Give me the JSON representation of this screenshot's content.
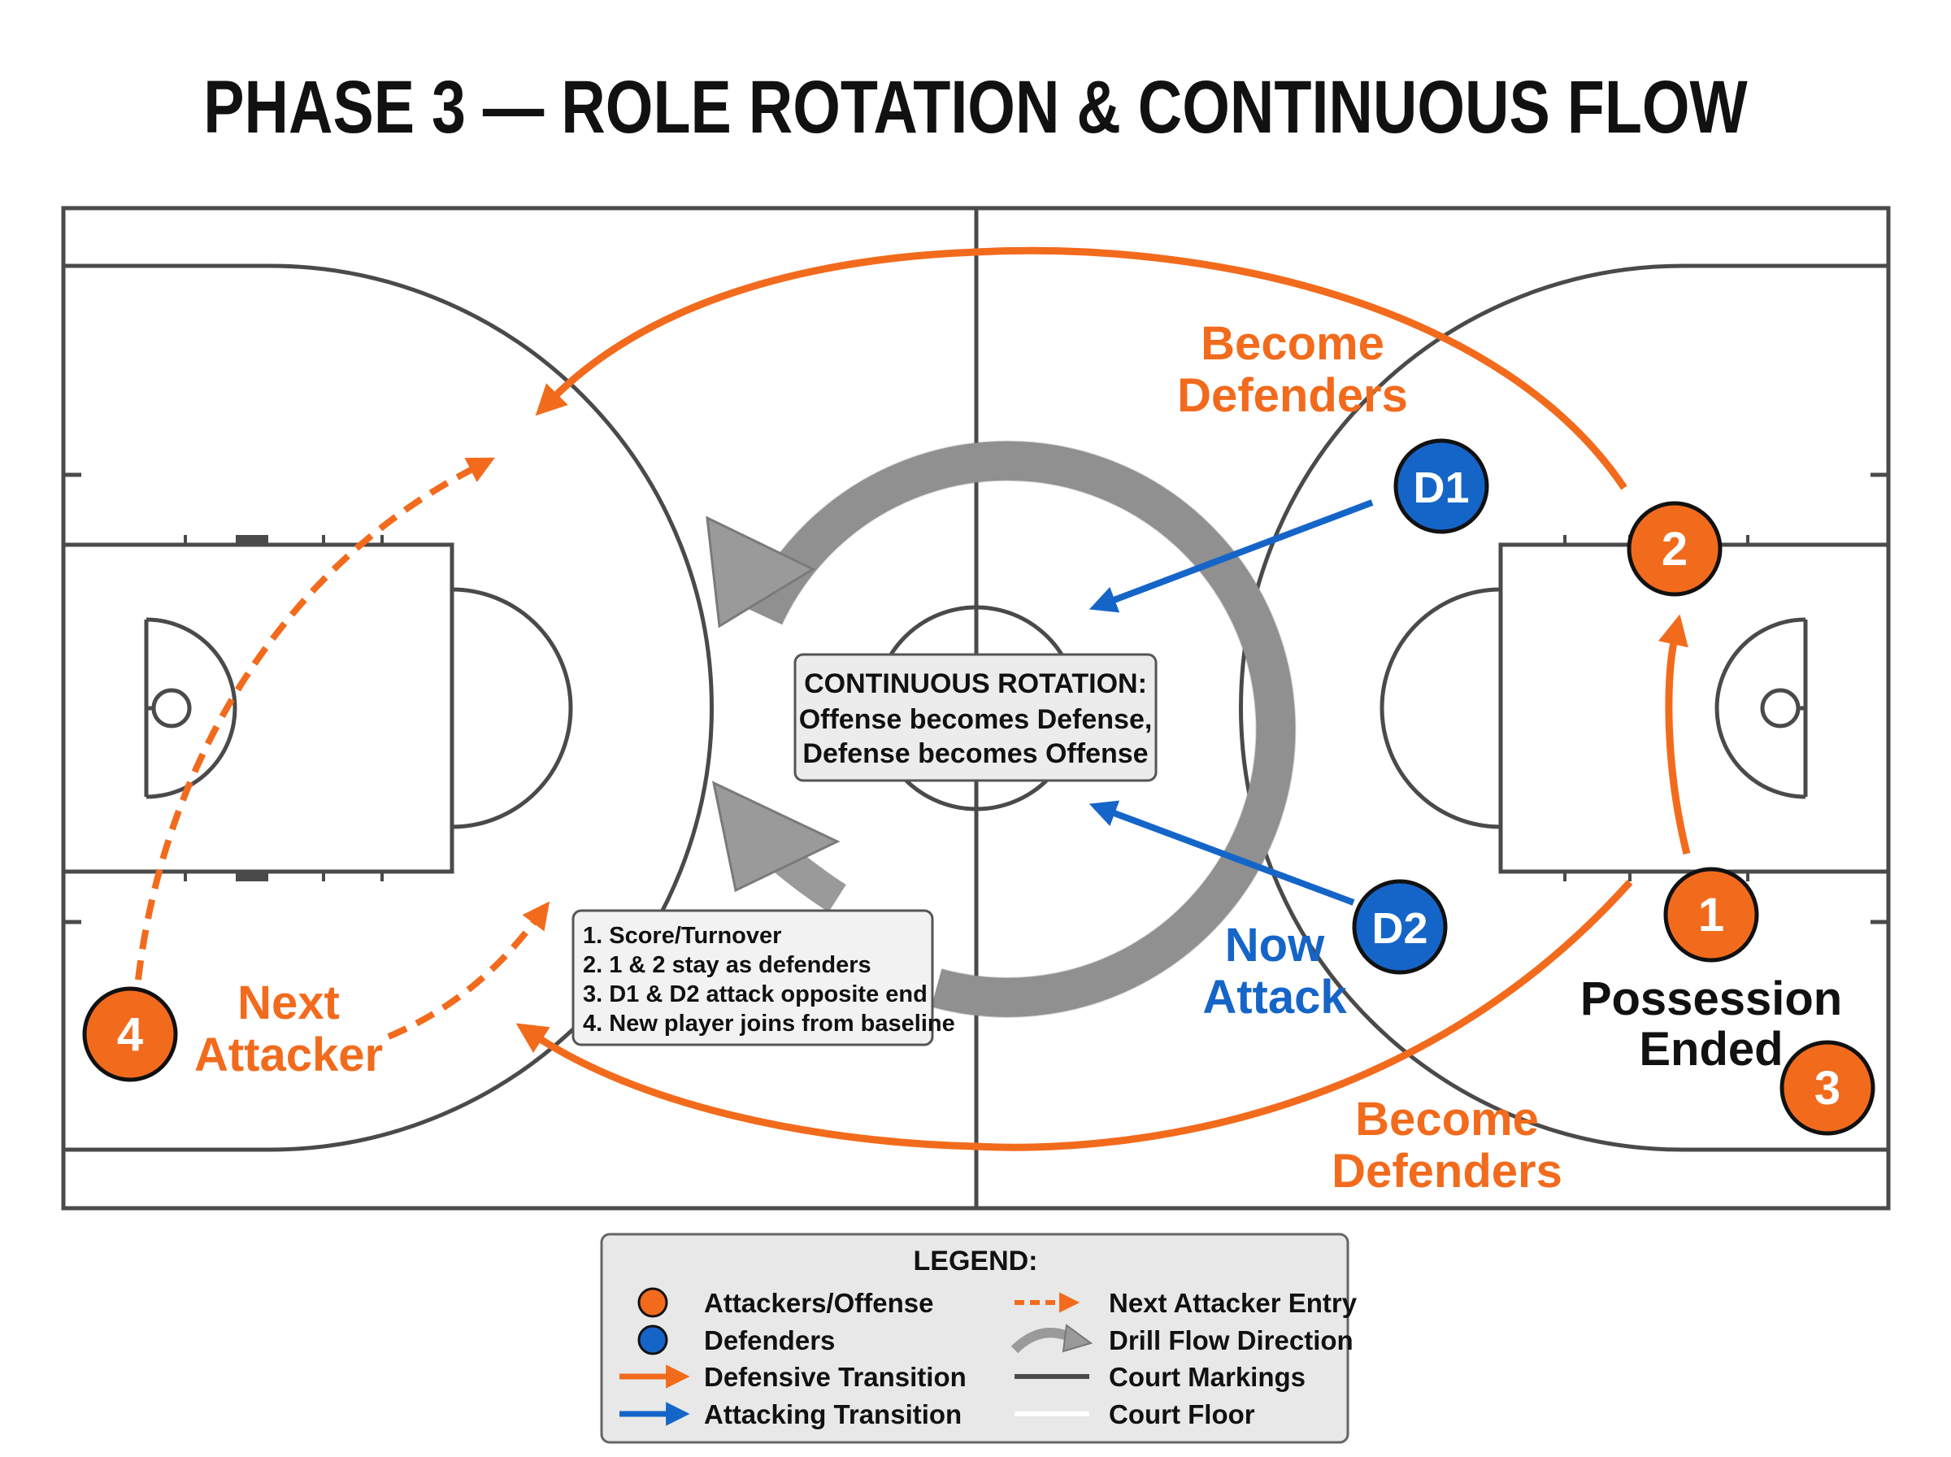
{
  "title": "PHASE 3 — ROLE ROTATION & CONTINUOUS FLOW",
  "players": [
    {
      "id": "p1",
      "label": "1",
      "team": "offense"
    },
    {
      "id": "p2",
      "label": "2",
      "team": "offense"
    },
    {
      "id": "p3",
      "label": "3",
      "team": "offense"
    },
    {
      "id": "p4",
      "label": "4",
      "team": "offense"
    },
    {
      "id": "d1",
      "label": "D1",
      "team": "defense"
    },
    {
      "id": "d2",
      "label": "D2",
      "team": "defense"
    }
  ],
  "labels": {
    "become_defenders_top": [
      "Become",
      "Defenders"
    ],
    "become_defenders_bottom": [
      "Become",
      "Defenders"
    ],
    "now_attack": [
      "Now",
      "Attack"
    ],
    "next_attacker": [
      "Next",
      "Attacker"
    ],
    "possession_ended": [
      "Possession",
      "Ended"
    ]
  },
  "center_box": {
    "heading": "CONTINUOUS ROTATION:",
    "lines": [
      "Offense becomes Defense,",
      "Defense becomes Offense"
    ]
  },
  "steps_box": {
    "lines": [
      "1. Score/Turnover",
      "2. 1 & 2 stay as defenders",
      "3. D1 & D2 attack opposite end",
      "4. New player joins from baseline"
    ]
  },
  "legend": {
    "title": "LEGEND:",
    "items": [
      {
        "symbol": "orange-dot",
        "label": "Attackers/Offense"
      },
      {
        "symbol": "blue-dot",
        "label": "Defenders"
      },
      {
        "symbol": "orange-arrow",
        "label": "Defensive Transition"
      },
      {
        "symbol": "blue-arrow",
        "label": "Attacking Transition"
      },
      {
        "symbol": "orange-dashed-arrow",
        "label": "Next Attacker Entry"
      },
      {
        "symbol": "gray-curved-arrow",
        "label": "Drill Flow Direction"
      },
      {
        "symbol": "dark-line",
        "label": "Court Markings"
      },
      {
        "symbol": "white-line",
        "label": "Court Floor"
      }
    ]
  },
  "colors": {
    "orange": "#F26B1D",
    "blue": "#1565C8",
    "court_line": "#4a4a4a",
    "flow_gray": "#9a9a9a",
    "text": "#111111"
  }
}
